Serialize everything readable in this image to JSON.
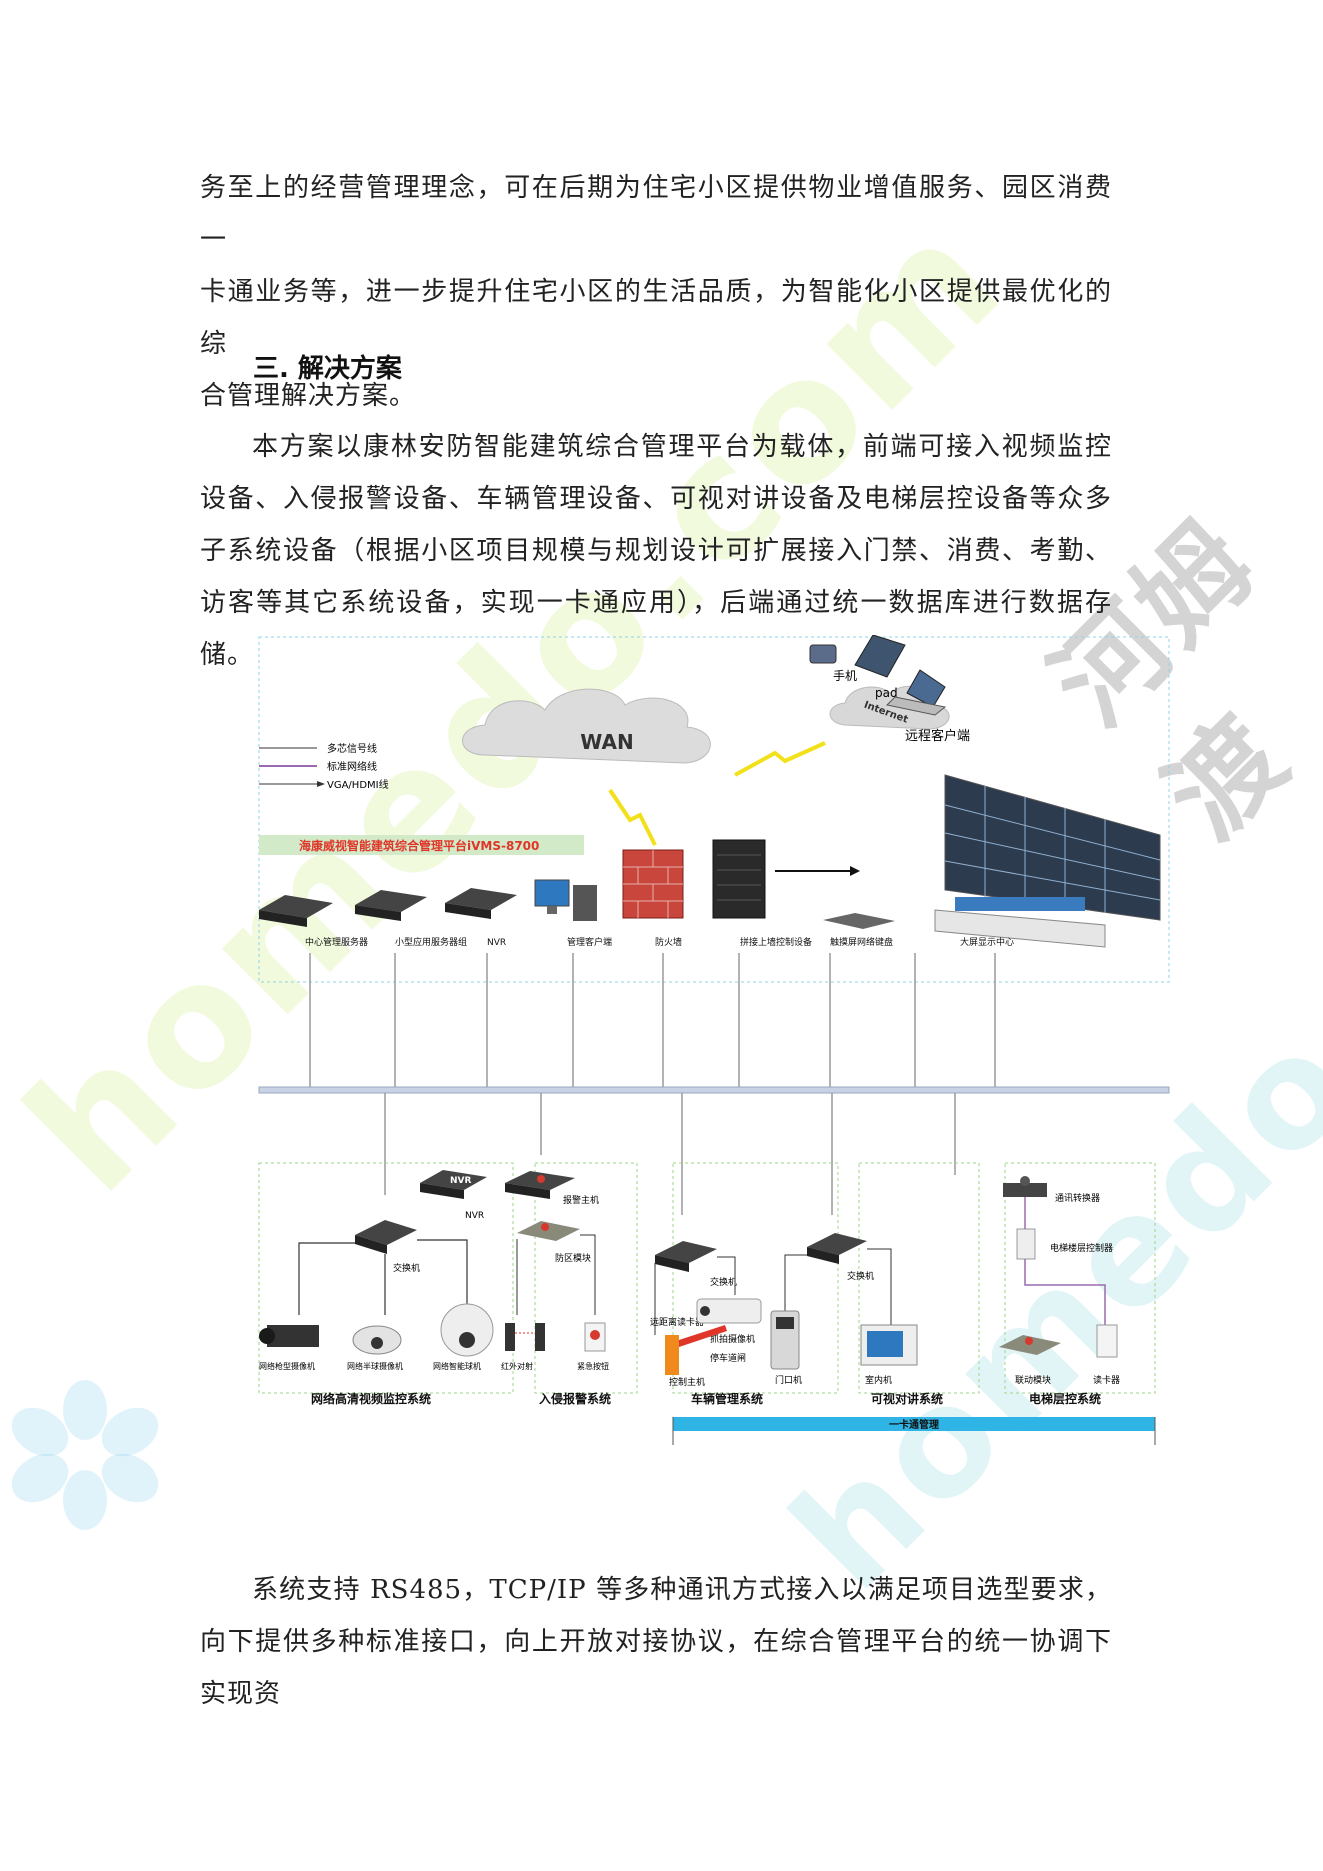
{
  "paragraphs": {
    "intro_lines": [
      "务至上的经营管理理念，可在后期为住宅小区提供物业增值服务、园区消费一",
      "卡通业务等，进一步提升住宅小区的生活品质，为智能化小区提供最优化的综",
      "合管理解决方案。"
    ],
    "solution": "本方案以康林安防智能建筑综合管理平台为载体，前端可接入视频监控设备、入侵报警设备、车辆管理设备、可视对讲设备及电梯层控设备等众多子系统设备（根据小区项目规模与规划设计可扩展接入门禁、消费、考勤、访客等其它系统设备，实现一卡通应用），后端通过统一数据库进行数据存储。",
    "protocol": "系统支持 RS485，TCP/IP 等多种通讯方式接入以满足项目选型要求，向下提供多种标准接口，向上开放对接协议，在综合管理平台的统一协调下实现资"
  },
  "heading": "三. 解决方案",
  "watermarks": {
    "site_green": "homedo.com",
    "site_blue": "homedo.com",
    "brand_cn": "河姆渡"
  },
  "diagram": {
    "wan": "WAN",
    "internet": "Internet",
    "devices_top": {
      "phone": "手机",
      "pad": "pad",
      "remote_client": "远程客户端"
    },
    "legend": [
      "多芯信号线",
      "标准网络线",
      "VGA/HDMI线"
    ],
    "platform_banner": "海康威视智能建筑综合管理平台iVMS-8700",
    "top_devices": [
      "中心管理服务器",
      "小型应用服务器组",
      "NVR",
      "管理客户端",
      "防火墙",
      "拼接上墙控制设备",
      "触摸屏网络键盘",
      "大屏显示中心"
    ],
    "subsystems": {
      "video": {
        "title": "网络高清视频监控系统",
        "nvr": "NVR",
        "nvr_label": "NVR",
        "switch": "交换机",
        "cams": [
          "网络枪型摄像机",
          "网络半球摄像机",
          "网络智能球机"
        ]
      },
      "intrusion": {
        "title": "入侵报警系统",
        "host": "报警主机",
        "module": "防区模块",
        "sensors": [
          "红外对射",
          "紧急按钮"
        ]
      },
      "vehicle": {
        "title": "车辆管理系统",
        "switch": "交换机",
        "reader": "远距离读卡器",
        "camera": "抓拍摄像机",
        "controller": "控制主机",
        "gate": "停车道闸"
      },
      "intercom": {
        "title": "可视对讲系统",
        "switch": "交换机",
        "door": "门口机",
        "indoor": "室内机"
      },
      "elevator": {
        "title": "电梯层控系统",
        "converter": "通讯转换器",
        "controller": "电梯楼层控制器",
        "linkage": "联动模块",
        "reader": "读卡器"
      }
    },
    "card_bar": "一卡通管理",
    "colors": {
      "banner_green": "#d3eac8",
      "banner_text": "#e0362a",
      "card_bar": "#2fb4e6",
      "frame_dash": "#8fd3e8",
      "sub_dash": "#9dd68a"
    }
  }
}
